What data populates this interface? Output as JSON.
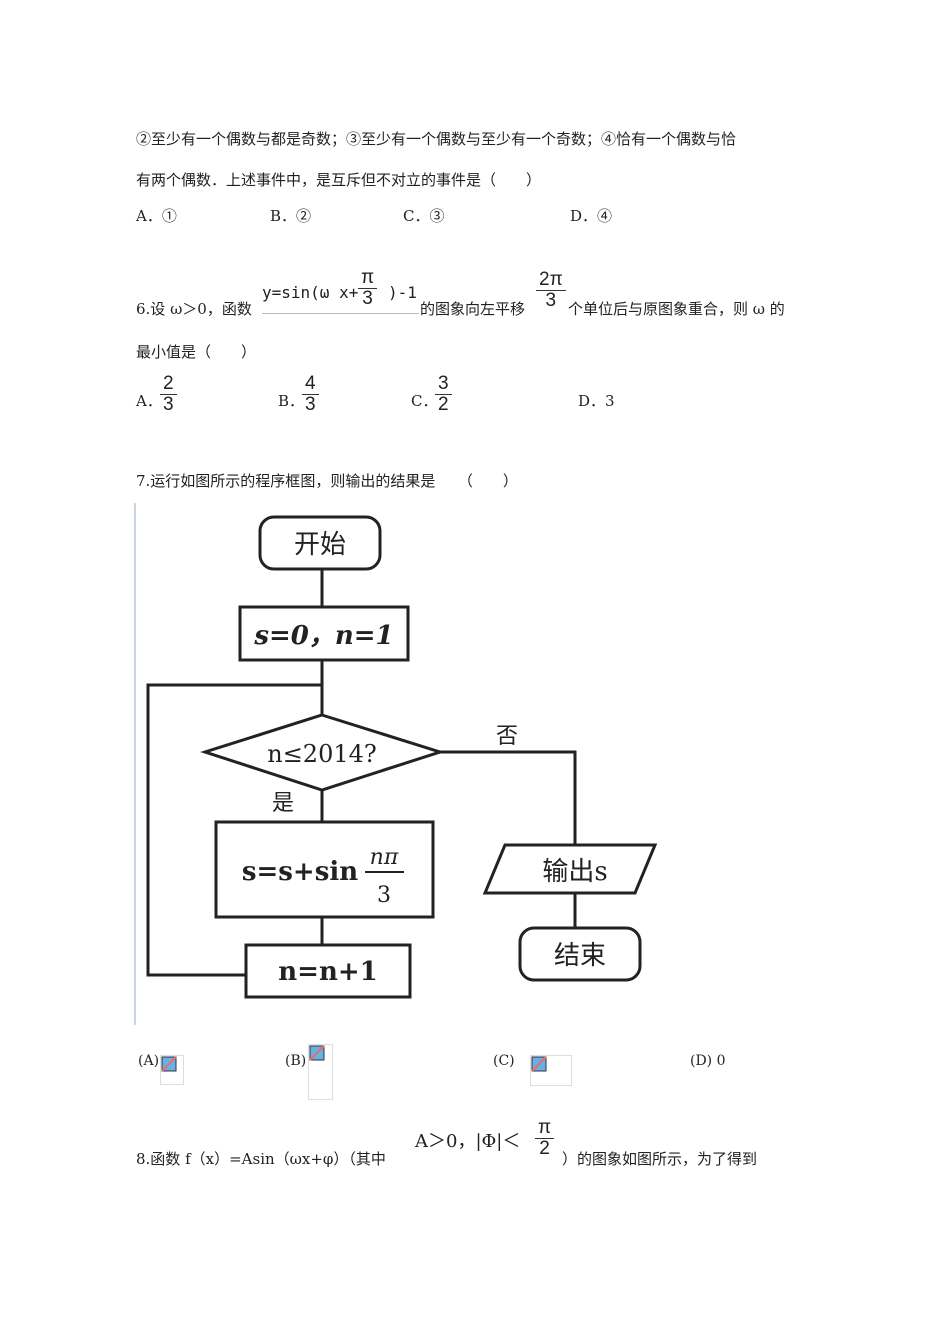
{
  "q5": {
    "line1": "②至少有一个偶数与都是奇数；③至少有一个偶数与至少有一个奇数；④恰有一个偶数与恰",
    "line2": "有两个偶数．上述事件中，是互斥但不对立的事件是（　　）",
    "options": [
      "A．①",
      "B．②",
      "C．③",
      "D．④"
    ]
  },
  "q6": {
    "prefix": "6.设 ω＞0，函数",
    "formula": "y=sin(ω x+",
    "formula_num": "π",
    "formula_den": "3",
    "formula_tail": ")-1",
    "mid": "的图象向左平移",
    "shift_num": "2π",
    "shift_den": "3",
    "suffix": "个单位后与原图象重合，则 ω 的",
    "line2": "最小值是（　　）",
    "options": [
      {
        "label": "A．",
        "num": "2",
        "den": "3"
      },
      {
        "label": "B．",
        "num": "4",
        "den": "3"
      },
      {
        "label": "C．",
        "num": "3",
        "den": "2"
      },
      {
        "label": "D．3"
      }
    ]
  },
  "q7": {
    "stem": "7.运行如图所示的程序框图，则输出的结果是　　（　　）",
    "flow": {
      "start": "开始",
      "init": "s=0，n=1",
      "cond": "n≤2014?",
      "yes": "是",
      "no": "否",
      "body_a": "s=s+sin",
      "body_num": "nπ",
      "body_den": "3",
      "inc": "n=n+1",
      "output": "输出s",
      "end": "结束"
    },
    "options": [
      "(A)",
      "(B)",
      "(C)",
      "(D)  0"
    ]
  },
  "q8": {
    "prefix": "8.函数 f（x）=Asin（ωx+φ）（其中",
    "cond": "A＞0，|Φ|＜",
    "cond_num": "π",
    "cond_den": "2",
    "suffix": "）的图象如图所示，为了得到"
  }
}
